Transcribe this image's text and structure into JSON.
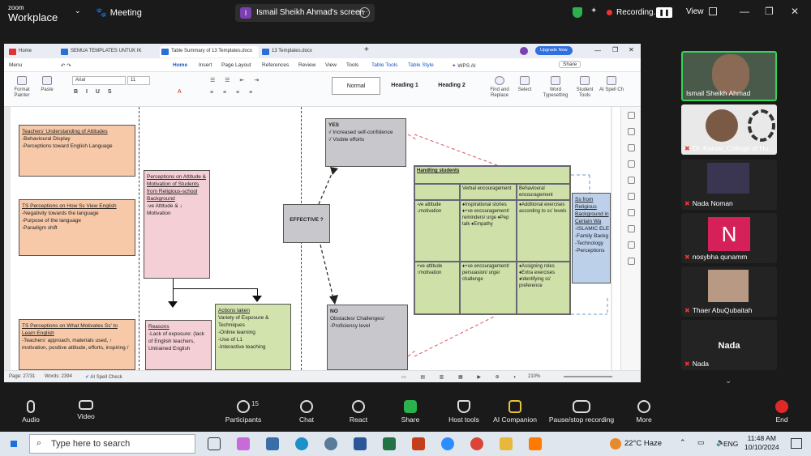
{
  "zoom": {
    "logo_top": "zoom",
    "logo_bottom": "Workplace",
    "meeting_label": "Meeting",
    "share_label": "Ismail Sheikh Ahmad's screen",
    "share_avatar": "I",
    "recording_label": "Recording...",
    "view_label": "View"
  },
  "word": {
    "tabs": [
      {
        "label": "Home"
      },
      {
        "label": "SEMUA TEMPLATES UNTUK IK"
      },
      {
        "label": "Table Summary of 13 Templates.docx"
      },
      {
        "label": "13 Templates.docx"
      }
    ],
    "upgrade": "Upgrade Now",
    "menu": [
      "Menu",
      "Home",
      "Insert",
      "Page Layout",
      "References",
      "Review",
      "View",
      "Tools",
      "Table Tools",
      "Table Style",
      "WPS AI"
    ],
    "share_btn": "Share",
    "ribbon": {
      "format_painter": "Format Painter",
      "paste": "Paste",
      "font": "Arial",
      "size": "11",
      "styles": [
        "Normal",
        "Heading 1",
        "Heading 2"
      ],
      "find_replace": "Find and Replace",
      "select": "Select",
      "word_typesetting": "Word Typesetting",
      "student_tools": "Student Tools",
      "ai_spell": "AI Spell Ch"
    },
    "status": {
      "page": "Page: 27/31",
      "words": "Words: 2394",
      "spell": "AI Spell Check",
      "zoom": "210%"
    }
  },
  "doc": {
    "box1": {
      "title": "Teachers' Understanding of Attitudes",
      "lines": [
        "-Behavioural Display",
        "-Perceptions toward English Language"
      ]
    },
    "box2": {
      "title": "TS Perceptions on How Ss View English",
      "lines": [
        "-Negativity towards the language",
        "-Purpose of the language",
        "-Paradigm shift"
      ]
    },
    "box3": {
      "title": "TS Perceptions on What Motivates Ss' to Learn English",
      "lines": [
        "-Teachers' approach, materials used, ↑ motivation, positive attitude, efforts, inspiring /"
      ]
    },
    "box4": {
      "title": "Perceptions on Attitude & Motivation of Students from Religious-school Background",
      "lines": [
        "-ve Attitude & ↓ Motivation"
      ]
    },
    "box5": {
      "title": "Reasons",
      "lines": [
        "-Lack of exposure: (lack of English teachers, Untrained English"
      ]
    },
    "box6": {
      "title": "Actions taken",
      "lines": [
        "Variety of Exposure & Techniques",
        "-Online learning",
        "-Use of L1",
        "-Interactive teaching"
      ]
    },
    "effective": "EFFECTIVE ?",
    "yes": {
      "title": "YES",
      "lines": [
        "√ Increased self-confidence",
        "√ Visible efforts"
      ]
    },
    "no": {
      "title": "NO",
      "lines": [
        "Obstacles/ Challenges/",
        "-Proficiency level"
      ]
    },
    "table": {
      "title": "Handling students",
      "col_verbal": "Verbal encouragement",
      "col_behav": "Behavioural encouragement",
      "row1": "-ve attitude ↓motivation",
      "row1_verbal": "♦Inspirational stories ♦+ve encouragement/ reminders/ urge ♦Pep talk ♦Empathy",
      "row1_behav": "♦Additional exercises according to ss' levels",
      "row2": "+ve attitude ↑motivation",
      "row2_verbal": "♦+ve encouragement/ persuasion/ urge/ challenge",
      "row2_behav": "♦Assigning roles ♦Extra exercises ♦Identifying ss' preference"
    },
    "box7": {
      "title": "Ss from Religious Background in Certain Wa",
      "lines": [
        "-ISLAMIC ELE",
        "-Family Backg",
        "-Technology",
        "-Perceptions"
      ]
    }
  },
  "participants": [
    {
      "name": "Ismail Sheikh Ahmad",
      "muted": false
    },
    {
      "name": "Dr. Kamal_College of Hu...",
      "muted": true
    },
    {
      "name": "Nada Noman",
      "muted": true
    },
    {
      "name": "nosybha qunamm",
      "muted": true,
      "initial": "N"
    },
    {
      "name": "Thaer AbuQubaitah",
      "muted": true
    },
    {
      "name": "Nada",
      "muted": true,
      "big": "Nada"
    }
  ],
  "toolbar": {
    "audio": "Audio",
    "video": "Video",
    "participants": "Participants",
    "participants_count": "15",
    "chat": "Chat",
    "react": "React",
    "share": "Share",
    "host_tools": "Host tools",
    "ai_companion": "AI Companion",
    "pause_recording": "Pause/stop recording",
    "more": "More",
    "end": "End"
  },
  "taskbar": {
    "search_placeholder": "Type here to search",
    "weather": "22°C  Haze",
    "lang": "ENG",
    "time": "11:48 AM",
    "date": "10/10/2024"
  },
  "colors": {
    "accent": "#2f6fe0",
    "zoom_green": "#3bd15b",
    "share_green": "#2bb24c",
    "end_red": "#e02828"
  }
}
